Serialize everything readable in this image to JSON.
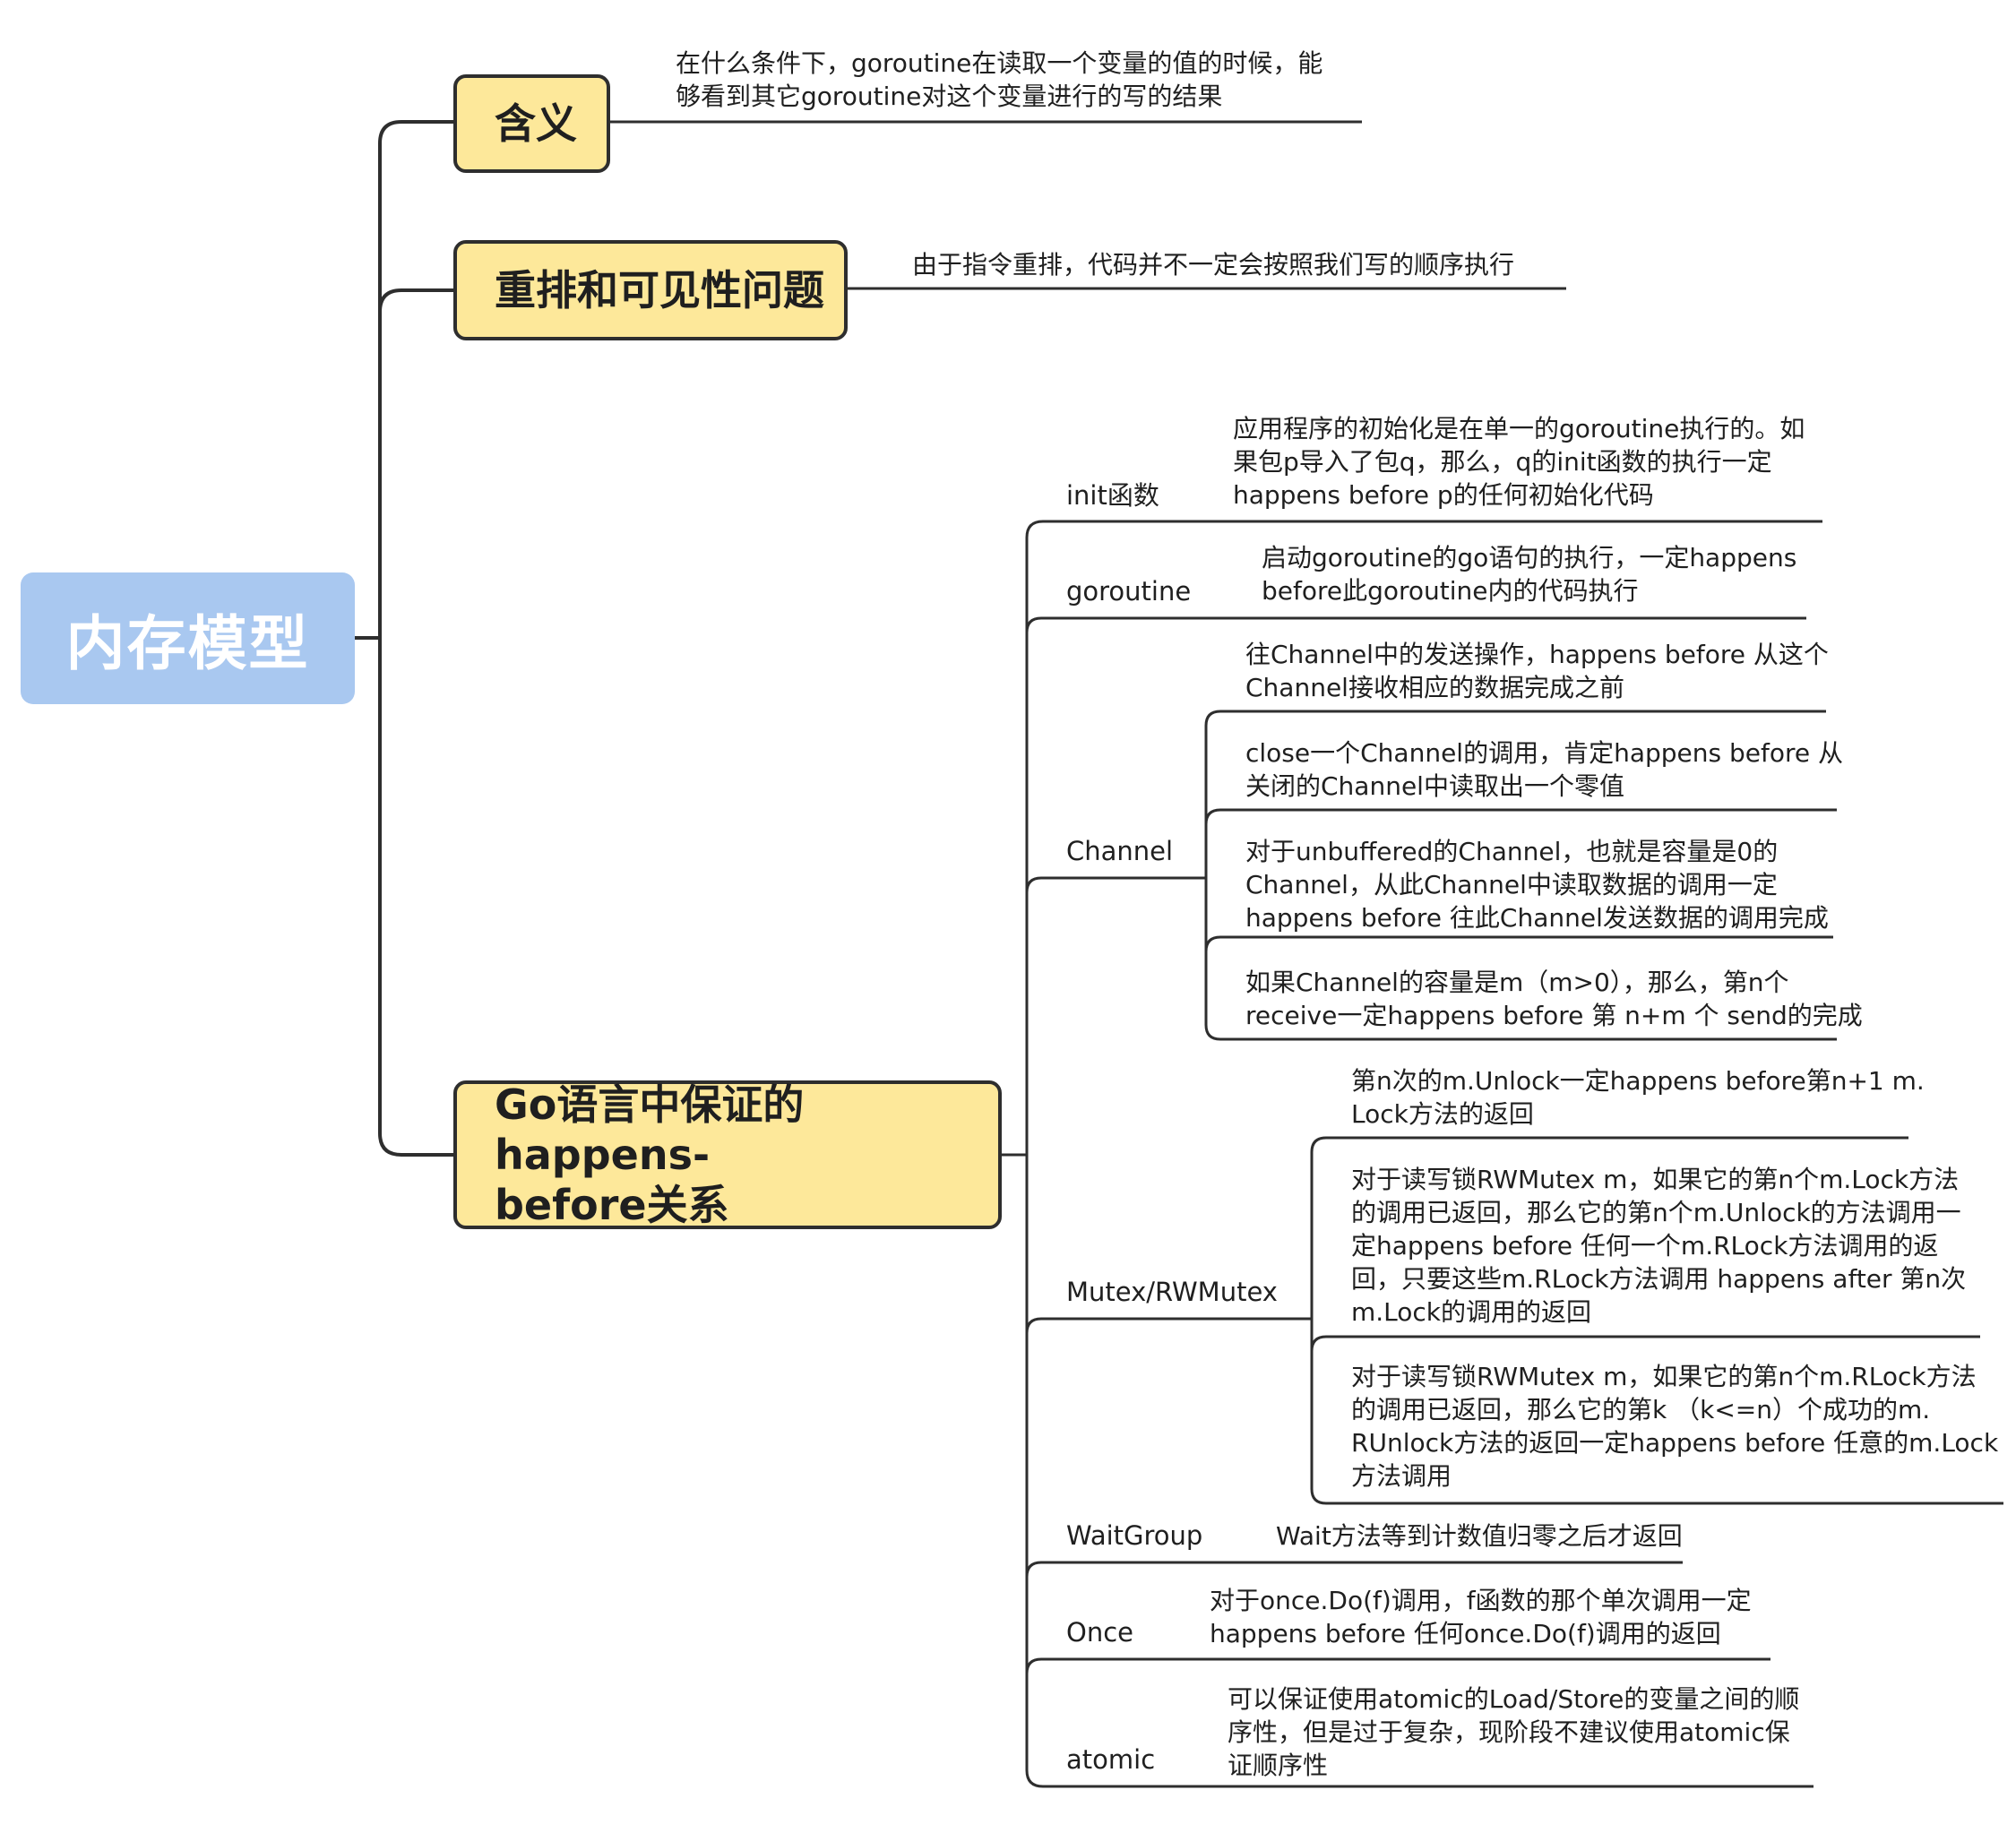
{
  "root": {
    "title": "内存模型"
  },
  "branches": [
    {
      "label": "含义",
      "note": [
        "在什么条件下，goroutine在读取一个变量的值的时候，能",
        "够看到其它goroutine对这个变量进行的写的结果"
      ]
    },
    {
      "label": "重排和可见性问题",
      "note": [
        "由于指令重排，代码并不一定会按照我们写的顺序执行"
      ]
    },
    {
      "label_lines": [
        "Go语言中保证的happens-",
        "before关系"
      ],
      "children": [
        {
          "name": "init函数",
          "notes": [
            [
              "应用程序的初始化是在单一的goroutine执行的。如",
              "果包p导入了包q，那么，q的init函数的执行一定",
              "happens before p的任何初始化代码"
            ]
          ]
        },
        {
          "name": "goroutine",
          "notes": [
            [
              "启动goroutine的go语句的执行，一定happens",
              "before此goroutine内的代码执行"
            ]
          ]
        },
        {
          "name": "Channel",
          "notes": [
            [
              "往Channel中的发送操作，happens before 从这个",
              "Channel接收相应的数据完成之前"
            ],
            [
              "close一个Channel的调用，肯定happens before 从",
              "关闭的Channel中读取出一个零值"
            ],
            [
              "对于unbuffered的Channel，也就是容量是0的",
              "Channel，从此Channel中读取数据的调用一定",
              "happens before 往此Channel发送数据的调用完成"
            ],
            [
              "如果Channel的容量是m（m>0），那么，第n个",
              "receive一定happens before 第 n+m 个 send的完成"
            ]
          ]
        },
        {
          "name": "Mutex/RWMutex",
          "notes": [
            [
              "第n次的m.Unlock一定happens before第n+1 m.",
              "Lock方法的返回"
            ],
            [
              "对于读写锁RWMutex m，如果它的第n个m.Lock方法",
              "的调用已返回，那么它的第n个m.Unlock的方法调用一",
              "定happens before 任何一个m.RLock方法调用的返",
              "回，只要这些m.RLock方法调用 happens after 第n次",
              "m.Lock的调用的返回"
            ],
            [
              "对于读写锁RWMutex m，如果它的第n个m.RLock方法",
              "的调用已返回，那么它的第k （k<=n）个成功的m.",
              "RUnlock方法的返回一定happens before 任意的m.Lock",
              "方法调用"
            ]
          ]
        },
        {
          "name": "WaitGroup",
          "notes": [
            [
              "Wait方法等到计数值归零之后才返回"
            ]
          ]
        },
        {
          "name": "Once",
          "notes": [
            [
              "对于once.Do(f)调用，f函数的那个单次调用一定",
              "happens before 任何once.Do(f)调用的返回"
            ]
          ]
        },
        {
          "name": "atomic",
          "notes": [
            [
              "可以保证使用atomic的Load/Store的变量之间的顺",
              "序性，但是过于复杂，现阶段不建议使用atomic保",
              "证顺序性"
            ]
          ]
        }
      ]
    }
  ]
}
